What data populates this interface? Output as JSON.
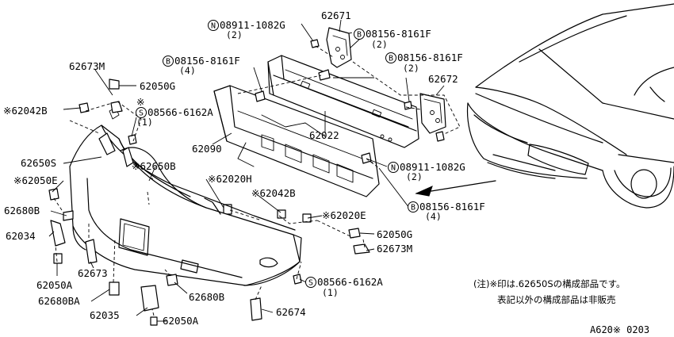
{
  "callouts": [
    {
      "id": "p62671",
      "text": "62671"
    },
    {
      "id": "n08911_top",
      "circle": "N",
      "text": "08911-1082G",
      "qty": "(2)"
    },
    {
      "id": "b08156_top",
      "circle": "B",
      "text": "08156-8161F",
      "qty": "(2)"
    },
    {
      "id": "b08156_left",
      "circle": "B",
      "text": "08156-8161F",
      "qty": "(4)"
    },
    {
      "id": "b08156_right",
      "circle": "B",
      "text": "08156-8161F",
      "qty": "(2)"
    },
    {
      "id": "p62672",
      "text": "62672"
    },
    {
      "id": "p62673m_top",
      "text": "62673M"
    },
    {
      "id": "p62050g_top",
      "text": "62050G"
    },
    {
      "id": "p62042b_left",
      "text": "※62042B"
    },
    {
      "id": "s08566_top",
      "circle": "S",
      "prefix": "※",
      "text": "08566-6162A",
      "qty": "(1)"
    },
    {
      "id": "p62022",
      "text": "62022"
    },
    {
      "id": "p62090",
      "text": "62090"
    },
    {
      "id": "n08911_right",
      "circle": "N",
      "text": "08911-1082G",
      "qty": "(2)"
    },
    {
      "id": "p62650s",
      "text": "62650S"
    },
    {
      "id": "p62650b",
      "text": "※62650B"
    },
    {
      "id": "p62050e",
      "text": "※62050E"
    },
    {
      "id": "p62020h",
      "text": "※62020H"
    },
    {
      "id": "p62042b_mid",
      "text": "※62042B"
    },
    {
      "id": "b08156_bottom",
      "circle": "B",
      "text": "08156-8161F",
      "qty": "(4)"
    },
    {
      "id": "p62680b_left",
      "text": "62680B"
    },
    {
      "id": "p62020e",
      "text": "※62020E"
    },
    {
      "id": "p62034",
      "text": "62034"
    },
    {
      "id": "p62050g_right",
      "text": "62050G"
    },
    {
      "id": "p62673m_right",
      "text": "62673M"
    },
    {
      "id": "p62673",
      "text": "62673"
    },
    {
      "id": "p62050a_left",
      "text": "62050A"
    },
    {
      "id": "s08566_bottom",
      "circle": "S",
      "text": "08566-6162A",
      "qty": "(1)"
    },
    {
      "id": "p62680ba",
      "text": "62680BA"
    },
    {
      "id": "p62680b_bottom",
      "text": "62680B"
    },
    {
      "id": "p62035",
      "text": "62035"
    },
    {
      "id": "p62674",
      "text": "62674"
    },
    {
      "id": "p62050a_bottom",
      "text": "62050A"
    }
  ],
  "note": {
    "line1": "(注)※印は.62650Sの構成部品です。",
    "line2": "表記以外の構成部品は非販売"
  },
  "diagram_code": "A620※ 0203"
}
